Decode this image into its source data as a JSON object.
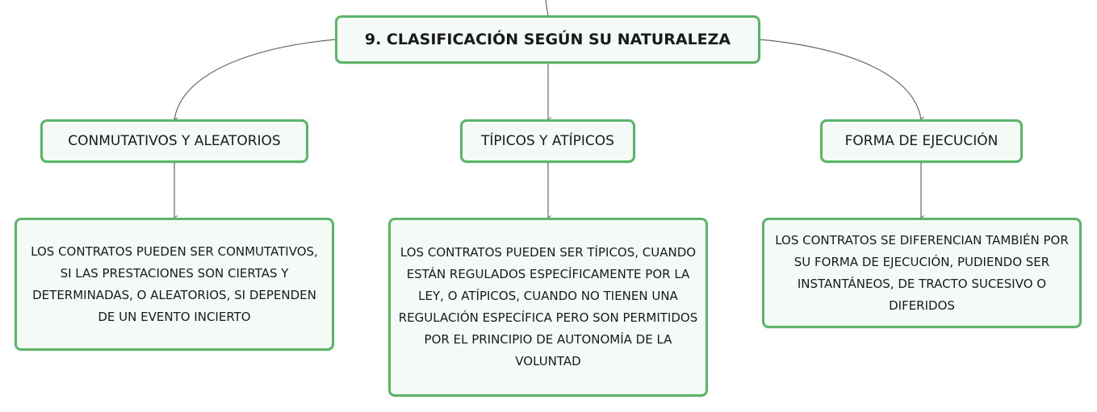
{
  "colors": {
    "node_border": "#5cb36a",
    "node_fill": "#f4faf5",
    "connector": "#666666",
    "text": "#1a1a1a"
  },
  "root": {
    "label": "9. CLASIFICACIÓN SEGÚN SU NATURALEZA"
  },
  "categories": [
    {
      "label": "CONMUTATIVOS Y ALEATORIOS",
      "description": "LOS CONTRATOS PUEDEN SER CONMUTATIVOS, SI LAS PRESTACIONES SON CIERTAS Y DETERMINADAS, O ALEATORIOS, SI DEPENDEN DE UN EVENTO INCIERTO"
    },
    {
      "label": "TÍPICOS Y ATÍPICOS",
      "description": "LOS CONTRATOS PUEDEN SER TÍPICOS, CUANDO ESTÁN REGULADOS ESPECÍFICAMENTE POR LA LEY, O ATÍPICOS, CUANDO NO TIENEN UNA REGULACIÓN ESPECÍFICA PERO SON PERMITIDOS POR EL PRINCIPIO DE AUTONOMÍA DE LA VOLUNTAD"
    },
    {
      "label": "FORMA DE EJECUCIÓN",
      "description": "LOS CONTRATOS SE DIFERENCIAN TAMBIÉN POR SU FORMA DE EJECUCIÓN, PUDIENDO SER INSTANTÁNEOS, DE TRACTO SUCESIVO O DIFERIDOS"
    }
  ]
}
